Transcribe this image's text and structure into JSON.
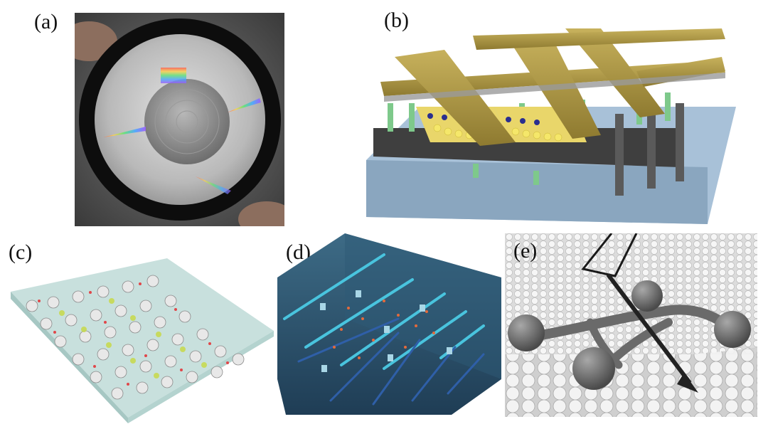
{
  "figure": {
    "panels": [
      {
        "label": "(a)",
        "depicts": "lens-photo"
      },
      {
        "label": "(b)",
        "depicts": "crossbar-device"
      },
      {
        "label": "(c)",
        "depicts": "fullerene-array-on-substrate"
      },
      {
        "label": "(d)",
        "depicts": "lattice-box-with-rods"
      },
      {
        "label": "(e)",
        "depicts": "nanocar-on-surface"
      }
    ]
  }
}
